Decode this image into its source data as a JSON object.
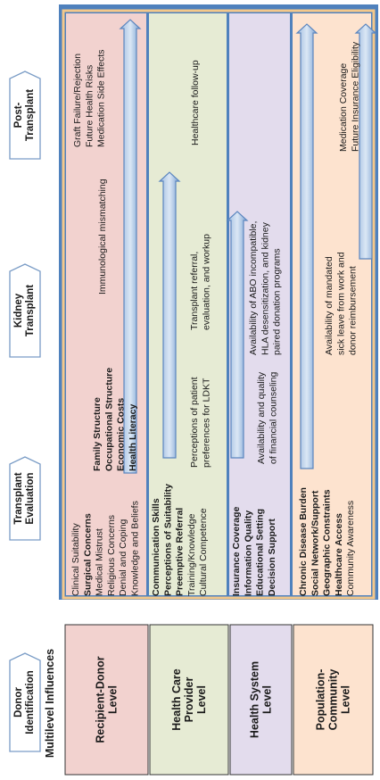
{
  "header": "Multilevel Influences",
  "phases": [
    "Donor\nIdentification",
    "Transplant\nEvaluation",
    "Kidney\nTransplant",
    "Post-\nTransplant"
  ],
  "levels": [
    {
      "label": "Recipient-Donor\nLevel",
      "color": "#f2d2cf",
      "donor_list": [
        {
          "text": "Clinical Suitability",
          "bold": false
        },
        {
          "text": "Surgical Concerns",
          "bold": true
        },
        {
          "text": "Medical Mistrust",
          "bold": false
        },
        {
          "text": "Religious Concerns",
          "bold": false
        },
        {
          "text": "Denial and Coping",
          "bold": false
        },
        {
          "text": "Knowledge and Beliefs",
          "bold": false
        }
      ],
      "eval_list": [
        {
          "text": "Family Structure",
          "bold": true
        },
        {
          "text": "Occupational Structure",
          "bold": true
        },
        {
          "text": "Economic Costs",
          "bold": true
        },
        {
          "text": "Health Literacy",
          "bold": true
        }
      ],
      "transplant_text": "Immunological mismatching",
      "post_lines": [
        "Graft Failure/Rejection",
        "Future Health Risks",
        "Medication Side Effects"
      ]
    },
    {
      "label": "Health Care\nProvider\nLevel",
      "color": "#e6ebd4",
      "donor_list": [
        {
          "text": "Communication Skills",
          "bold": true
        },
        {
          "text": "Perceptions of Suitability",
          "bold": true
        },
        {
          "text": "Preemptive Referral",
          "bold": true
        },
        {
          "text": "Training/Knowledge",
          "bold": false
        },
        {
          "text": "Cultural Competence",
          "bold": false
        }
      ],
      "eval_lines": [
        "Perceptions of patient",
        "preferences for LDKT"
      ],
      "transplant_lines": [
        "Transplant referral,",
        "evaluation, and workup"
      ],
      "post_text": "Healthcare follow-up"
    },
    {
      "label": "Health System\nLevel",
      "color": "#e3dced",
      "donor_list": [
        {
          "text": "Insurance Coverage",
          "bold": true
        },
        {
          "text": "Information Quality",
          "bold": true
        },
        {
          "text": "Educational Setting",
          "bold": true
        },
        {
          "text": "Decision Support",
          "bold": true
        }
      ],
      "eval_lines": [
        "Availability and quality",
        "of financial counseling"
      ],
      "transplant_lines": [
        "Availability of ABO incompatible,",
        "HLA desensitization, and kidney",
        "paired donation programs"
      ]
    },
    {
      "label": "Population-\nCommunity\nLevel",
      "color": "#fde3cf",
      "donor_list": [
        {
          "text": "Chronic Disease Burden",
          "bold": true
        },
        {
          "text": "Social Network/Support",
          "bold": true
        },
        {
          "text": "Geographic Constraints",
          "bold": true
        },
        {
          "text": "Healthcare Access",
          "bold": true
        },
        {
          "text": "Community Awareness",
          "bold": false
        }
      ],
      "transplant_lines": [
        "Availability of mandated",
        "sick leave from work and",
        "donor reimbursement"
      ],
      "post_lines": [
        "Medication Coverage",
        "Future Insurance Eligibility"
      ]
    }
  ],
  "colors": {
    "frame": "#4f81bd",
    "arrow_light": "#c6d9f0",
    "arrow_dark": "#4f81bd",
    "text": "#1a1a1a"
  }
}
